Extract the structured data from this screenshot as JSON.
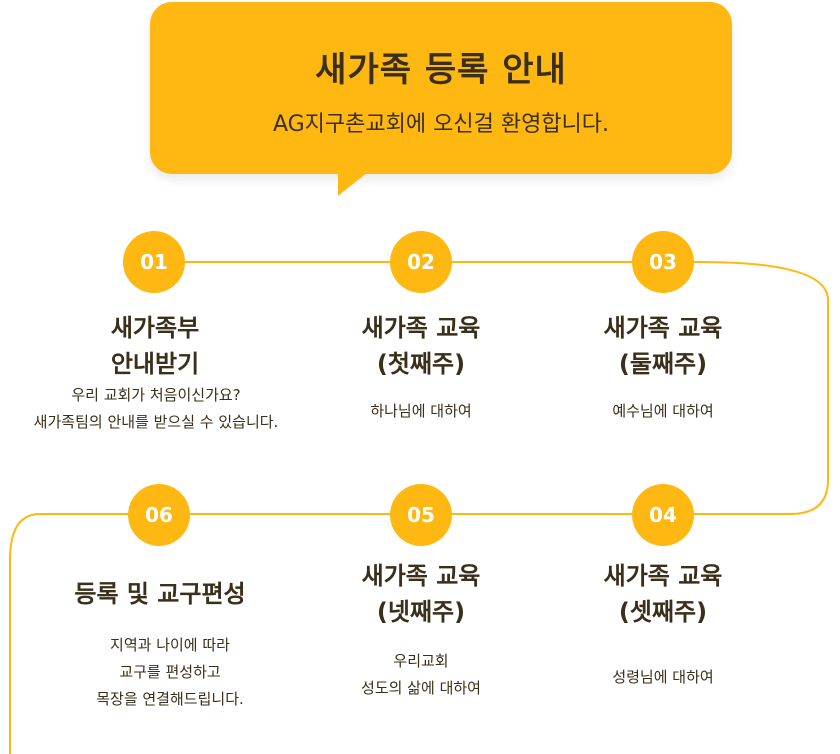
{
  "header": {
    "title": "새가족 등록 안내",
    "subtitle": "AG지구촌교회에 오신걸 환영합니다."
  },
  "colors": {
    "accent": "#ffb811",
    "text": "#3a2f1a",
    "badge_text": "#ffffff"
  },
  "steps": [
    {
      "number": "01",
      "title_lines": [
        "새가족부",
        "안내받기"
      ],
      "desc_lines": [
        "우리 교회가 처음이신가요?",
        "새가족팀의 안내를 받으실 수 있습니다."
      ]
    },
    {
      "number": "02",
      "title_lines": [
        "새가족 교육",
        "(첫째주)"
      ],
      "desc_lines": [
        "하나님에 대하여"
      ]
    },
    {
      "number": "03",
      "title_lines": [
        "새가족 교육",
        "(둘째주)"
      ],
      "desc_lines": [
        "예수님에 대하여"
      ]
    },
    {
      "number": "04",
      "title_lines": [
        "새가족 교육",
        "(셋째주)"
      ],
      "desc_lines": [
        "성령님에 대하여"
      ]
    },
    {
      "number": "05",
      "title_lines": [
        "새가족 교육",
        "(넷째주)"
      ],
      "desc_lines": [
        "우리교회",
        "성도의 삶에 대하여"
      ]
    },
    {
      "number": "06",
      "title_lines": [
        "등록 및 교구편성"
      ],
      "desc_lines": [
        "지역과 나이에 따라",
        "교구를 편성하고",
        "목장을 연결해드립니다."
      ]
    }
  ]
}
